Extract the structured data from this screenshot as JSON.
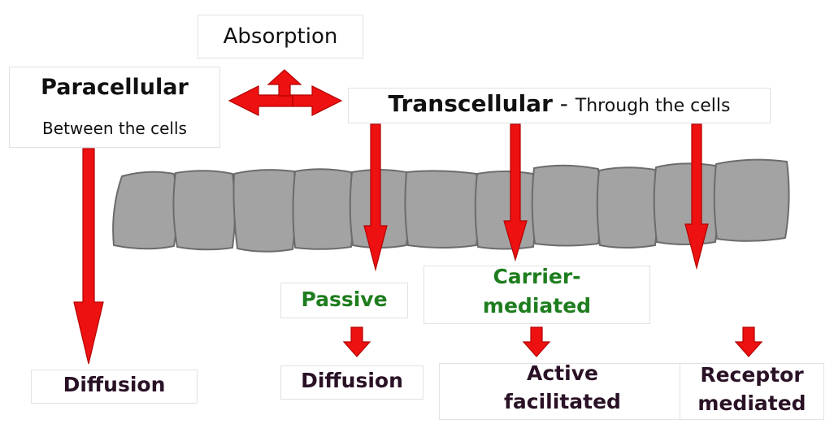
{
  "absorption": "Absorption",
  "paracellular": {
    "title": "Paracellular",
    "subtitle": "Between the cells"
  },
  "transcellular": {
    "title": "Transcellular",
    "dash": "-",
    "subtitle": "Through the cells"
  },
  "passive": "Passive",
  "carrier": {
    "line1": "Carrier-",
    "line2": "mediated"
  },
  "outcomes": {
    "para_diffusion": "Diffusion",
    "passive_diffusion": "Diffusion",
    "active_line1": "Active",
    "active_line2": "facilitated",
    "receptor_line1": "Receptor",
    "receptor_line2": "mediated"
  },
  "colors": {
    "arrow": "#ee1111",
    "cell_fill": "#a3a3a3",
    "cell_stroke": "#6c6c6c",
    "label_green": "#1e7d1e",
    "label_dark": "#2a1226"
  }
}
